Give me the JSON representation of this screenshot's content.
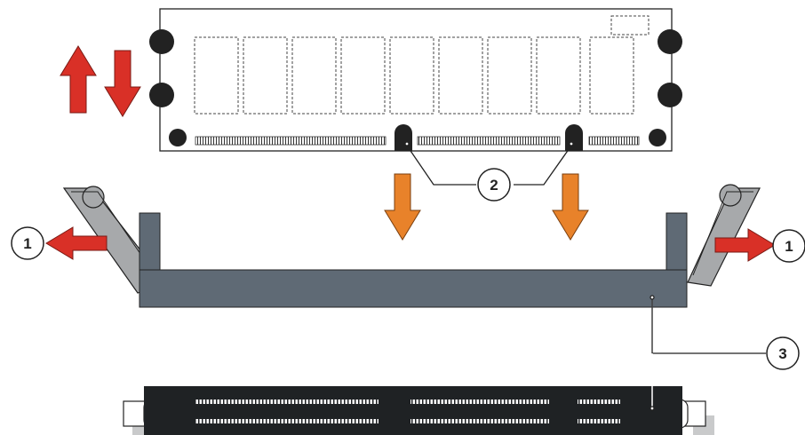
{
  "callouts": {
    "latch_left": "1",
    "latch_right": "1",
    "notches": "2",
    "socket_key": "3"
  },
  "colors": {
    "outline": "#222222",
    "socket_gray": "#5f6a75",
    "latch_gray": "#a7a9ab",
    "red_arrow": "#d93027",
    "orange_arrow": "#e8822a",
    "socket_black": "#1f2224"
  }
}
